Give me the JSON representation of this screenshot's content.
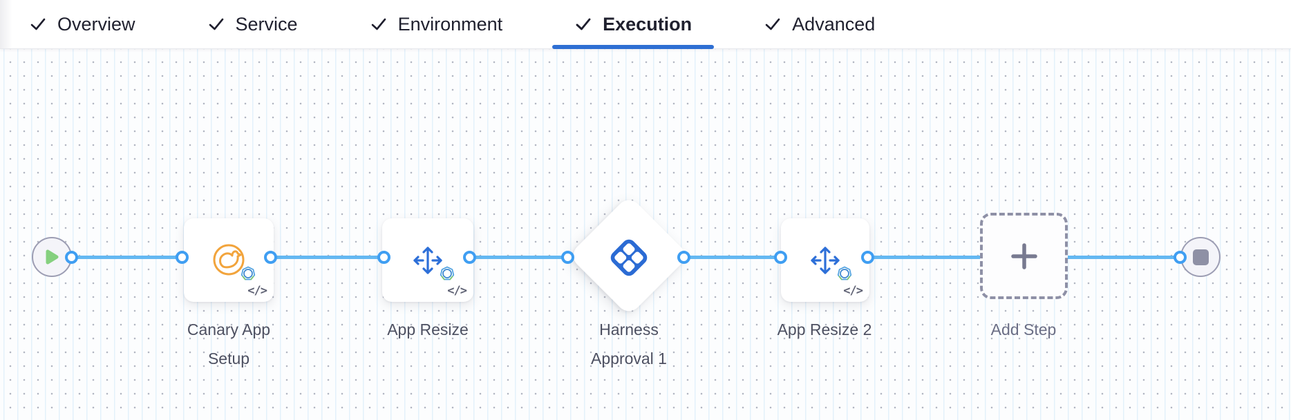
{
  "tabs": {
    "items": [
      {
        "label": "Overview",
        "checked": true,
        "active": false
      },
      {
        "label": "Service",
        "checked": true,
        "active": false
      },
      {
        "label": "Environment",
        "checked": true,
        "active": false
      },
      {
        "label": "Execution",
        "checked": true,
        "active": true
      },
      {
        "label": "Advanced",
        "checked": true,
        "active": false
      }
    ]
  },
  "canvas": {
    "code_glyph": "</>",
    "nodes": [
      {
        "id": "start",
        "type": "start",
        "icon": "play-icon"
      },
      {
        "id": "canary-app-setup",
        "type": "step",
        "label": "Canary App Setup",
        "icon": "canary-icon",
        "has_code_badge": true
      },
      {
        "id": "app-resize",
        "type": "step",
        "label": "App Resize",
        "icon": "resize-arrows-icon",
        "has_code_badge": true
      },
      {
        "id": "harness-approval-1",
        "type": "approval",
        "label": "Harness Approval 1",
        "icon": "harness-logo-icon",
        "has_code_badge": false
      },
      {
        "id": "app-resize-2",
        "type": "step",
        "label": "App Resize 2",
        "icon": "resize-arrows-icon",
        "has_code_badge": true
      },
      {
        "id": "add-step",
        "type": "add-step",
        "label": "Add Step",
        "icon": "plus-icon",
        "has_code_badge": false
      },
      {
        "id": "end",
        "type": "end",
        "icon": "stop-icon"
      }
    ],
    "colors": {
      "accent_blue": "#2e6fd3",
      "harness_blue": "#2b6bd4",
      "connector_line": "#64b8f2",
      "connector_ring": "#3f9ef2",
      "canary_orange": "#f2a43c",
      "node_gray": "#8e90a5",
      "success_green": "#85d07f"
    }
  }
}
